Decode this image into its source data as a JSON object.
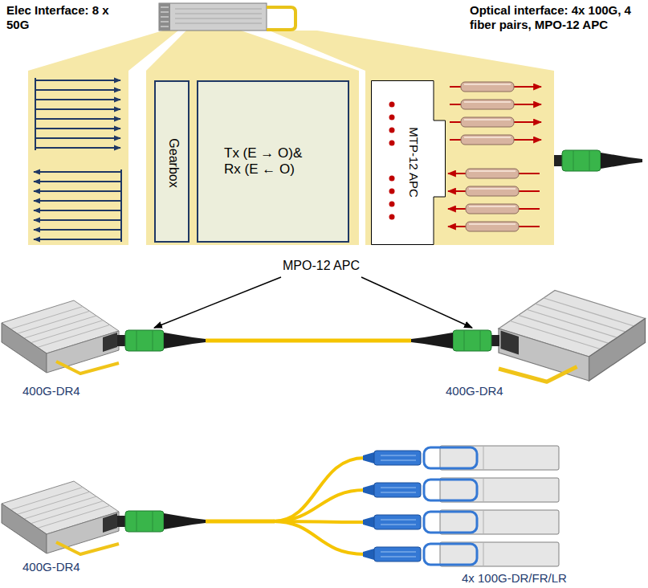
{
  "diagram": {
    "nodes": [
      {
        "text": [
          "Gearbox"
        ]
      },
      {
        "text": [
          "Tx (E → O)& Rx (E ← O)"
        ]
      },
      {
        "text": [
          "MTP-12 APC"
        ]
      }
    ],
    "labels": [
      "Elec Interface: 8 x 50G",
      "Optical interface: 4x 100G, 4 fiber pairs, MPO-12 APC",
      "MPO-12 APC",
      "400G-DR4",
      "400G-DR4",
      "400G-DR4",
      "4x 100G-DR/FR/LR"
    ]
  }
}
